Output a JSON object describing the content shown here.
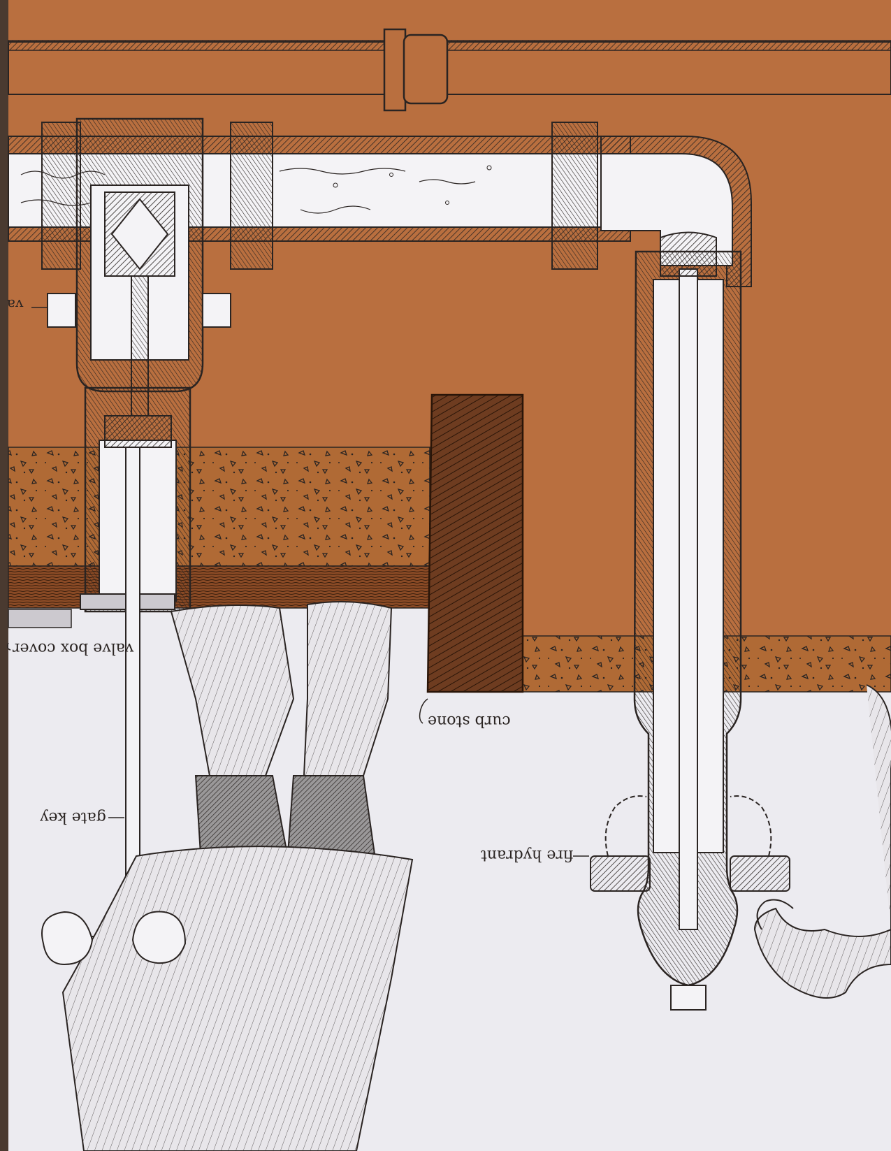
{
  "labels": {
    "valve_box_cover": "valve box cover",
    "curb_stone": "curb stone",
    "gate_key": "gate key",
    "fire_hydrant": "fire hydrant",
    "valve_partial": "va"
  },
  "colors": {
    "soil": "#b96f3f",
    "paper": "#ecebf0",
    "ink": "#2a2422",
    "curb": "#6e3c20",
    "gravel": "#b06a35",
    "subsoil": "#8a4a25"
  }
}
